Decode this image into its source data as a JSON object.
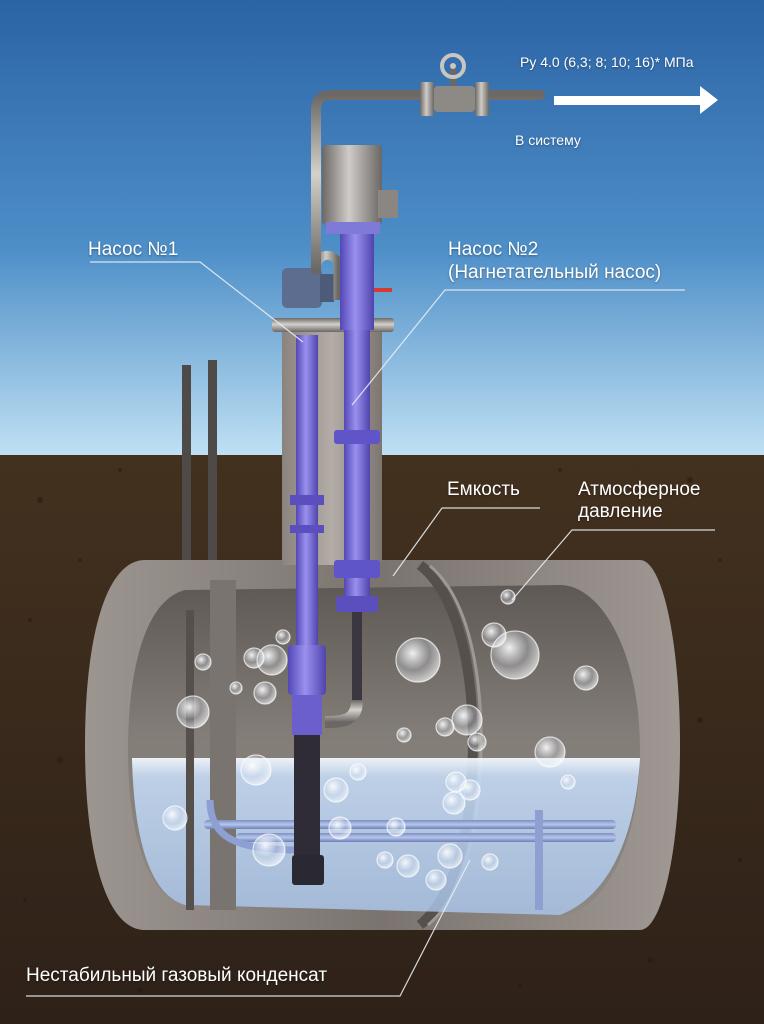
{
  "labels": {
    "pressure": "Ру 4.0 (6,3; 8; 10; 16)* МПа",
    "to_system": "В систему",
    "pump1": "Насос №1",
    "pump2_line1": "Насос №2",
    "pump2_line2": "(Нагнетательный насос)",
    "tank": "Емкость",
    "atm_line1": "Атмосферное",
    "atm_line2": "давление",
    "condensate": "Нестабильный газовый конденсат"
  },
  "icons": [
    "flow-arrow-icon",
    "valve-handwheel-icon",
    "motor-icon"
  ],
  "colors": {
    "sky_top": "#2b63a5",
    "sky_bottom": "#bfe0f3",
    "soil": "#3a2a20",
    "pump_body": "#7b72d8",
    "tank_shell": "#6e6863",
    "liquid": "#cfe6fa",
    "text": "#ffffff"
  }
}
